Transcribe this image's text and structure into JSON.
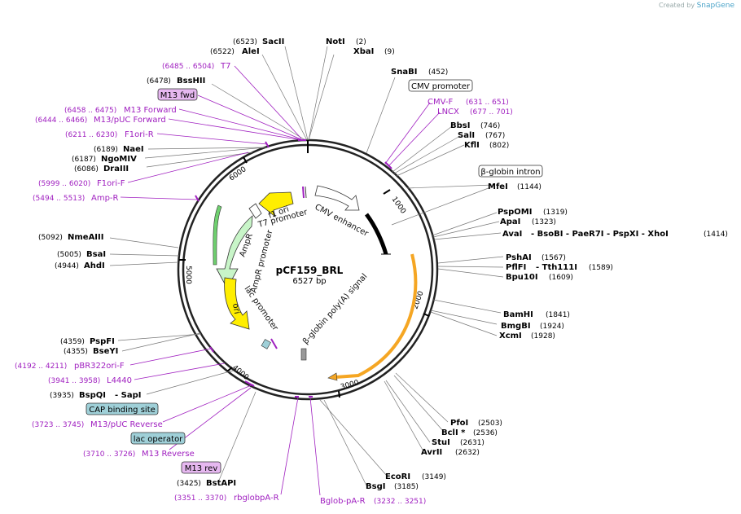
{
  "credit": {
    "prefix": "Created by",
    "brand": "SnapGene"
  },
  "plasmid": {
    "name": "pCF159_BRL",
    "size": "6527 bp"
  },
  "ticks": [
    "1000",
    "2000",
    "3000",
    "4000",
    "5000",
    "6000"
  ],
  "enzymes": {
    "sacii": {
      "name": "SacII",
      "pos": "(6523)"
    },
    "alei": {
      "name": "AleI",
      "pos": "(6522)"
    },
    "noti": {
      "name": "NotI",
      "pos": "(2)"
    },
    "xbai": {
      "name": "XbaI",
      "pos": "(9)"
    },
    "bsshii": {
      "name": "BssHII",
      "pos": "(6478)"
    },
    "snabi": {
      "name": "SnaBI",
      "pos": "(452)"
    },
    "bbsi": {
      "name": "BbsI",
      "pos": "(746)"
    },
    "sali": {
      "name": "SalI",
      "pos": "(767)"
    },
    "kfli": {
      "name": "KflI",
      "pos": "(802)"
    },
    "naei": {
      "name": "NaeI",
      "pos": "(6189)"
    },
    "ngomiv": {
      "name": "NgoMIV",
      "pos": "(6187)"
    },
    "draiii": {
      "name": "DraIII",
      "pos": "(6086)"
    },
    "mfei": {
      "name": "MfeI",
      "pos": "(1144)"
    },
    "pspomi": {
      "name": "PspOMI",
      "pos": "(1319)"
    },
    "apai": {
      "name": "ApaI",
      "pos": "(1323)"
    },
    "avai": {
      "name": "AvaI",
      "more": "- BsoBI   - PaeR7I   - PspXI   - XhoI",
      "pos": "(1414)"
    },
    "nmeaiii": {
      "name": "NmeAIII",
      "pos": "(5092)"
    },
    "bsai": {
      "name": "BsaI",
      "pos": "(5005)"
    },
    "ahdi": {
      "name": "AhdI",
      "pos": "(4944)"
    },
    "pshai": {
      "name": "PshAI",
      "pos": "(1567)"
    },
    "pflfi": {
      "name": "PflFI",
      "more": "- Tth111I",
      "pos": "(1589)"
    },
    "bpu10i": {
      "name": "Bpu10I",
      "pos": "(1609)"
    },
    "bamhi": {
      "name": "BamHI",
      "pos": "(1841)"
    },
    "bmgbi": {
      "name": "BmgBI",
      "pos": "(1924)"
    },
    "xcmi": {
      "name": "XcmI",
      "pos": "(1928)"
    },
    "pspfi": {
      "name": "PspFI",
      "pos": "(4359)"
    },
    "bseyi": {
      "name": "BseYI",
      "pos": "(4355)"
    },
    "bspqi": {
      "name": "BspQI",
      "more": "- SapI",
      "pos": "(3935)"
    },
    "pfoi": {
      "name": "PfoI",
      "pos": "(2503)"
    },
    "bcli": {
      "name": "BclI *",
      "pos": "(2536)"
    },
    "stui": {
      "name": "StuI",
      "pos": "(2631)"
    },
    "avrii": {
      "name": "AvrII",
      "pos": "(2632)"
    },
    "ecori": {
      "name": "EcoRI",
      "pos": "(3149)"
    },
    "bsgi": {
      "name": "BsgI",
      "pos": "(3185)"
    },
    "bstapi": {
      "name": "BstAPI",
      "pos": "(3425)"
    }
  },
  "primers": {
    "t7": {
      "name": "T7",
      "pos": "(6485 .. 6504)"
    },
    "m13fwd_left": {
      "name": "M13 Forward",
      "pos": "(6458 .. 6475)"
    },
    "m13puc_fwd": {
      "name": "M13/pUC Forward",
      "pos": "(6444 .. 6466)"
    },
    "f1ori_r": {
      "name": "F1ori-R",
      "pos": "(6211 .. 6230)"
    },
    "f1ori_f": {
      "name": "F1ori-F",
      "pos": "(5999 .. 6020)"
    },
    "amp_r": {
      "name": "Amp-R",
      "pos": "(5494 .. 5513)"
    },
    "cmv_f": {
      "name": "CMV-F",
      "pos": "(631 .. 651)"
    },
    "lncx": {
      "name": "LNCX",
      "pos": "(677 .. 701)"
    },
    "pbr322ori_f": {
      "name": "pBR322ori-F",
      "pos": "(4192 .. 4211)"
    },
    "l4440": {
      "name": "L4440",
      "pos": "(3941 .. 3958)"
    },
    "m13puc_rev": {
      "name": "M13/pUC Reverse",
      "pos": "(3723 .. 3745)"
    },
    "m13_reverse": {
      "name": "M13 Reverse",
      "pos": "(3710 .. 3726)"
    },
    "rbglobpa_r": {
      "name": "rbglobpA-R",
      "pos": "(3351 .. 3370)"
    },
    "bglob_pa_r": {
      "name": "Bglob-pA-R",
      "pos": "(3232 .. 3251)"
    }
  },
  "boxes": {
    "m13fwd": "M13 fwd",
    "cmv_promoter": "CMV promoter",
    "bglobin_intron": "β-globin intron",
    "cap_site": "CAP binding site",
    "lac_operator": "lac operator",
    "m13rev": "M13 rev"
  },
  "features": {
    "f1ori": "f1 ori",
    "t7promoter": "T7 promoter",
    "cmv_enhancer": "CMV enhancer",
    "ampr": "AmpR",
    "ampr_promoter": "AmpR promoter",
    "ori": "ori",
    "lac_promoter": "lac promoter",
    "polya": "β-globin poly(A) signal"
  },
  "colors": {
    "primer": "#a020c0",
    "ampr": "#c8f5c8",
    "ori": "#ffee00",
    "intron": "#f5a623",
    "enzyme_line": "#777777",
    "box_purple": "#e6b8f0",
    "box_teal": "#9fd0d8"
  }
}
